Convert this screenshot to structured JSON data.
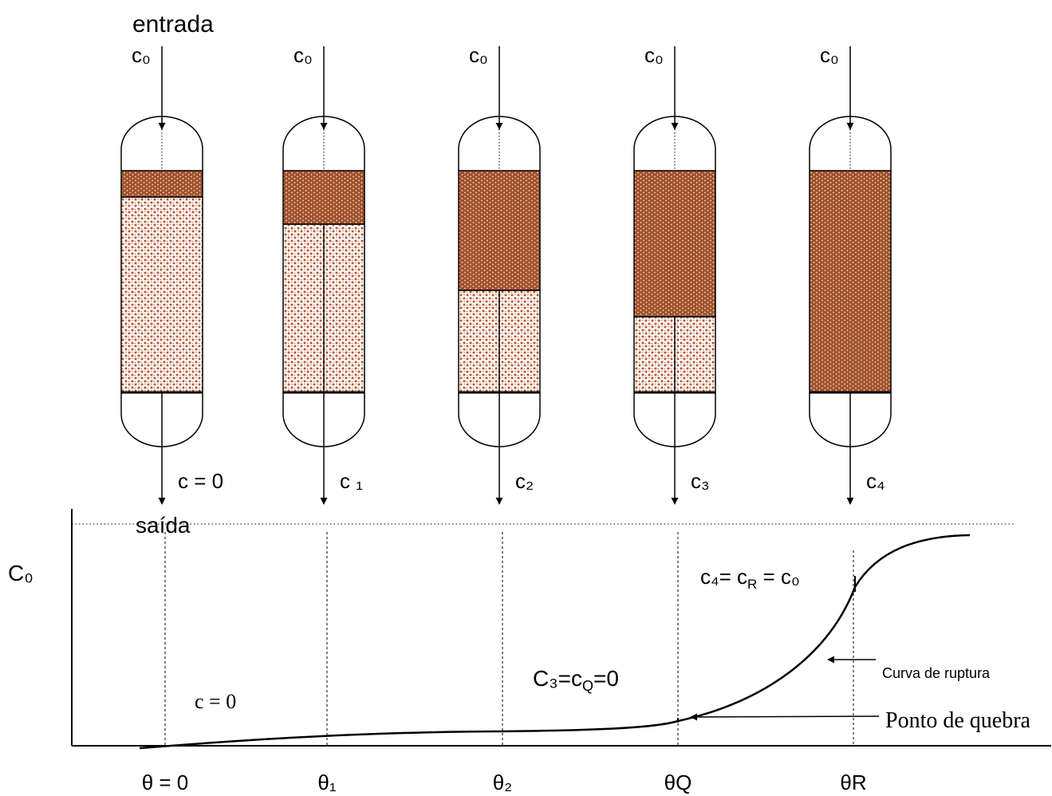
{
  "labels": {
    "inlet": "entrada",
    "outlet": "saída",
    "c0_axis": "C₀",
    "c_zero_region": "c = 0",
    "c3_annotation": "C₃=c",
    "c3_sub": "Q",
    "c3_tail": "=0",
    "c4_annotation_a": "c₄= c",
    "c4_annotation_sub": "R",
    "c4_annotation_b": " = c₀",
    "curve_label": "Curva de ruptura",
    "break_point_label": "Ponto de quebra"
  },
  "columns": [
    {
      "inlet": "c₀",
      "outlet": "c = 0",
      "time": "θ = 0",
      "saturated_fraction": 0.12
    },
    {
      "inlet": "c₀",
      "outlet": "c ₁",
      "time": "θ₁",
      "saturated_fraction": 0.24
    },
    {
      "inlet": "c₀",
      "outlet": "c₂",
      "time": "θ₂",
      "saturated_fraction": 0.54
    },
    {
      "inlet": "c₀",
      "outlet": "c₃",
      "time": "θQ",
      "saturated_fraction": 0.66
    },
    {
      "inlet": "c₀",
      "outlet": "c₄",
      "time": "θR",
      "saturated_fraction": 1.0
    }
  ],
  "colors": {
    "saturated": "#a0522d",
    "saturated_dot": "#f3d9c8",
    "fresh": "#ffffff",
    "fresh_dot": "#b5542a",
    "line": "#000000"
  }
}
